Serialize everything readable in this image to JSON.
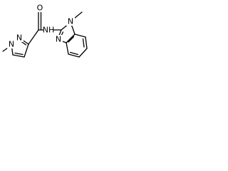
{
  "molecule": {
    "atom_labels": {
      "pyrazole_n1": "N",
      "pyrazole_n2": "N",
      "carbonyl_o": "O",
      "amide_nh": "NH",
      "imidazole_n1": "N",
      "imidazole_n3": "N"
    },
    "colors": {
      "bond": "#000000",
      "label": "#000000",
      "background": "#ffffff"
    }
  }
}
